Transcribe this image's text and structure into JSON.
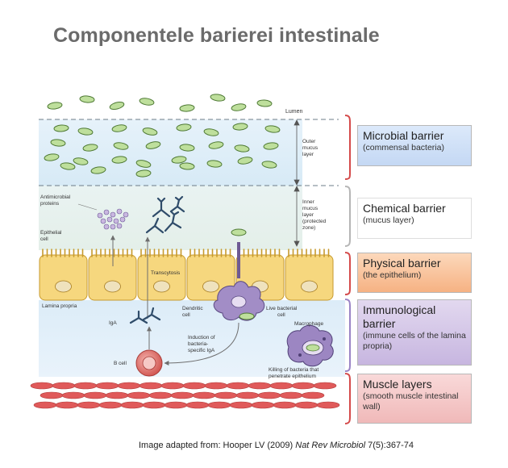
{
  "title": "Componentele barierei intestinale",
  "diagram": {
    "labels": {
      "lumen": "Lumen",
      "outer_mucus": [
        "Outer",
        "mucus",
        "layer"
      ],
      "inner_mucus": [
        "Inner",
        "mucus",
        "layer",
        "(protected",
        "zone)"
      ],
      "antimicrobial": [
        "Antimicrobial",
        "proteins"
      ],
      "epithelial": [
        "Epithelial",
        "cell"
      ],
      "transcytosis": "Transcytosis",
      "lamina": "Lamina propria",
      "iga": "IgA",
      "dendritic": [
        "Dendritic",
        "cell"
      ],
      "live_bacterial": [
        "Live bacterial",
        "cell"
      ],
      "macrophage": "Macrophage",
      "induction": [
        "Induction of",
        "bacteria-",
        "specific IgA"
      ],
      "b_cell": "B cell",
      "killing": [
        "Killing of bacteria that",
        "penetrate epithelium"
      ]
    }
  },
  "barriers": [
    {
      "title": "Microbial barrier",
      "subtitle": "(commensal bacteria)"
    },
    {
      "title": "Chemical barrier",
      "subtitle": "(mucus layer)"
    },
    {
      "title": "Physical barrier",
      "subtitle": "(the epithelium)"
    },
    {
      "title": "Immunological barrier",
      "subtitle": "(immune cells of the lamina propria)"
    },
    {
      "title": "Muscle layers",
      "subtitle": "(smooth muscle intestinal wall)"
    }
  ],
  "credit": {
    "prefix": "Image adapted from: Hooper LV (2009) ",
    "journal": "Nat Rev Microbiol",
    "suffix": " 7(5):367-74"
  },
  "colors": {
    "bacteria_fill": "#bedf9c",
    "bacteria_stroke": "#4f7a35",
    "epithelium": "#f6d77e",
    "microbial_box": "#cfe0f7",
    "physical_box": "#f9c49c",
    "immuno_box": "#d4c5e6",
    "muscle_box": "#f5c6c6",
    "bracket_red": "#d44a4a",
    "bracket_purple": "#9a84c6",
    "bracket_grey": "#b5b5b5"
  }
}
